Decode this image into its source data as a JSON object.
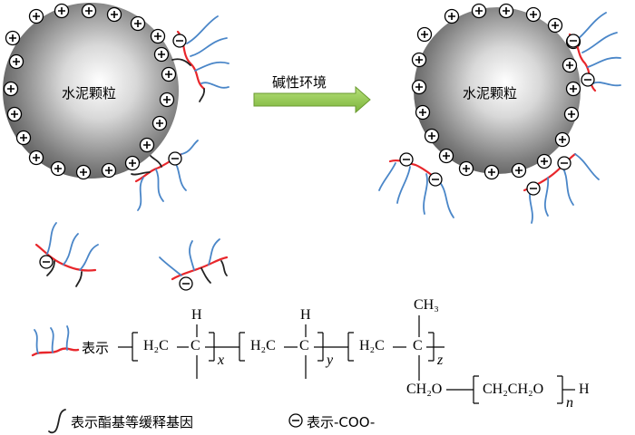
{
  "particle_label_left": "水泥颗粒",
  "particle_label_right": "水泥颗粒",
  "arrow_label": "碱性环境",
  "legend": {
    "polymer_prefix": "表示",
    "ester_text": "表示酯基等缓释基因",
    "anion_text": "表示-COO-"
  },
  "formula": {
    "unit1_h": "H",
    "unit1_ch2": "H₂C",
    "unit1_c": "C",
    "unit1_sub": "x",
    "unit2_h": "H",
    "unit2_ch2": "H₂C",
    "unit2_c": "C",
    "unit2_sub": "y",
    "unit3_ch3": "CH₃",
    "unit3_ch2": "H₂C",
    "unit3_c": "C",
    "unit3_sub": "z",
    "side_ch2o": "CH₂O",
    "side_repeat": "CH₂CH₂O",
    "side_sub": "n",
    "side_end": "H"
  },
  "colors": {
    "backbone": "#e8262b",
    "side_chain": "#4a86c8",
    "ester": "#222222",
    "arrow": "#8cc63f"
  }
}
